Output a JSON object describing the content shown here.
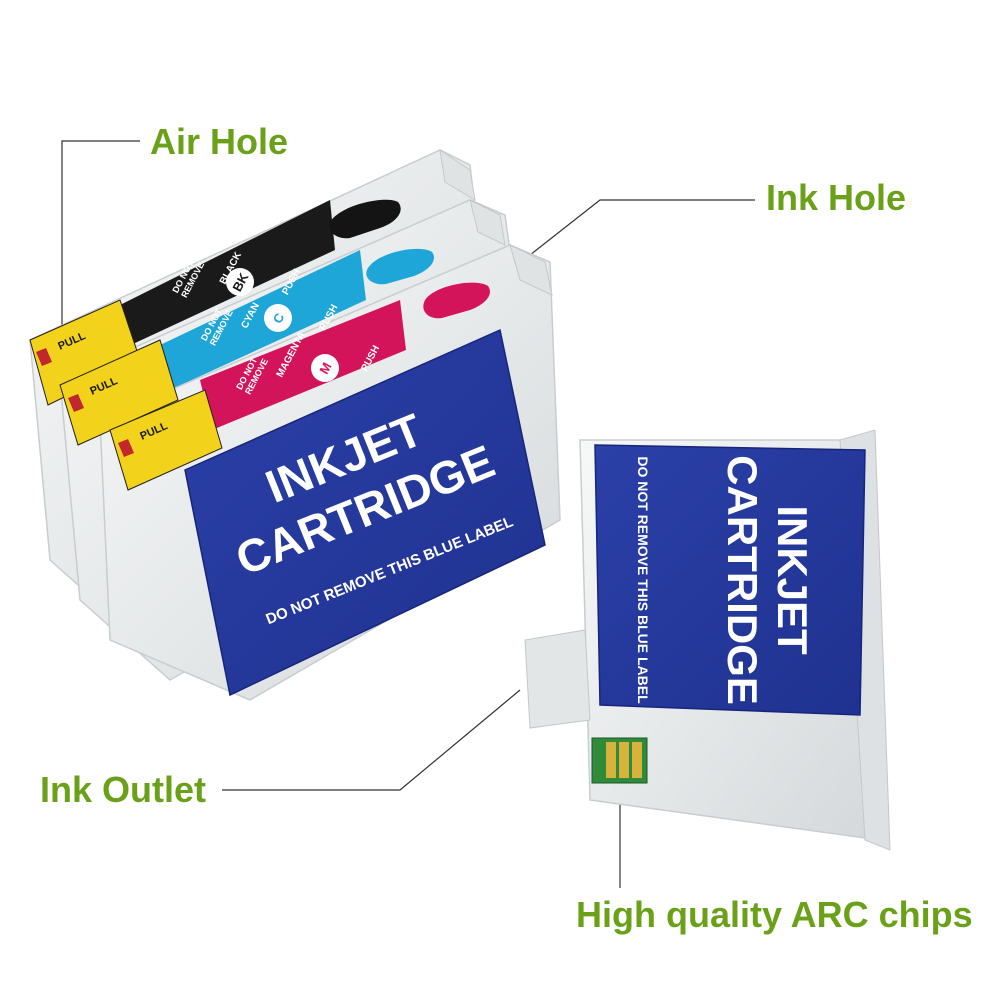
{
  "callouts": {
    "air_hole": "Air Hole",
    "ink_hole": "Ink Hole",
    "ink_outlet": "Ink Outlet",
    "chips": "High quality ARC chips"
  },
  "front_label": {
    "line1": "INKJET",
    "line2": "CARTRIDGE",
    "notice": "DO NOT REMOVE THIS BLUE LABEL"
  },
  "side_label": {
    "line1": "INKJET",
    "line2": "CARTRIDGE",
    "notice": "DO NOT REMOVE THIS BLUE LABEL"
  },
  "cartridges": [
    {
      "code": "BK",
      "name": "BLACK",
      "push": "PUSH",
      "warning_1": "DO NOT",
      "warning_2": "REMOVE",
      "pull": "PULL"
    },
    {
      "code": "C",
      "name": "CYAN",
      "push": "PUSH",
      "warning_1": "DO NOT",
      "warning_2": "REMOVE",
      "pull": "PULL"
    },
    {
      "code": "M",
      "name": "MAGENTA",
      "push": "PUSH",
      "warning_1": "DO NOT",
      "warning_2": "REMOVE",
      "pull": "PULL"
    }
  ],
  "colors": {
    "callout_green": "#6aa118",
    "label_blue": "#263a9e",
    "black": "#1a1a1a",
    "cyan": "#1fa6d8",
    "magenta": "#d4145a",
    "sticker_yellow": "#f2d21a",
    "plastic": "#e9ecec"
  }
}
